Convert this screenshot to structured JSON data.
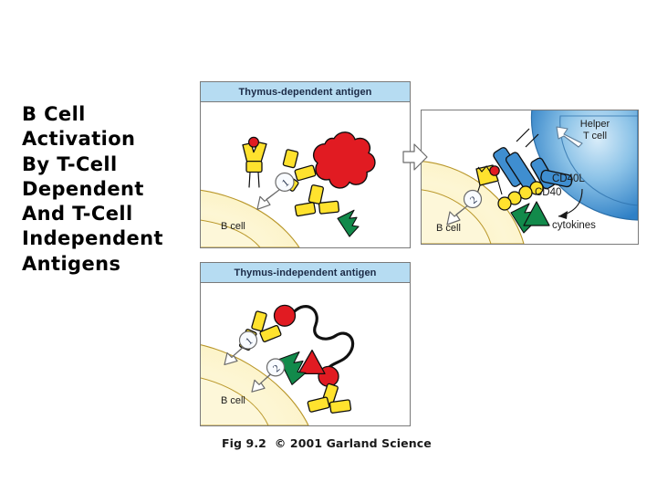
{
  "slide": {
    "title": "B Cell\nActivation\nBy T-Cell\nDependent\nAnd T-Cell\nIndependent\nAntigens",
    "background_color": "#ffffff"
  },
  "figure": {
    "caption": "Fig 9.2  © 2001 Garland Science",
    "panels": {
      "thymus_dependent": {
        "header": "Thymus-dependent antigen",
        "header_color": "#b6dcf2",
        "labels": {
          "b_cell": "B cell",
          "signal_one": "1"
        },
        "elements": {
          "b_cell_membrane_color": "#fcf3c4",
          "b_cell_cytoplasm_color": "#fdf7d8",
          "antigen_color": "#e11b22",
          "receptor_color": "#ffe22e",
          "green_arrow_color": "#128a4b"
        }
      },
      "thymus_independent": {
        "header": "Thymus-independent antigen",
        "header_color": "#b6dcf2",
        "labels": {
          "b_cell": "B cell",
          "signal_one": "1",
          "signal_two": "2"
        },
        "elements": {
          "antigen_color": "#e11b22",
          "receptor_color": "#ffe22e",
          "green_arrow_color": "#128a4b",
          "polysaccharide_color": "#111111"
        }
      },
      "helper_t_interaction": {
        "labels": {
          "helper_t_cell": "Helper\nT cell",
          "b_cell": "B cell",
          "cd40l": "CD40L",
          "cd40": "CD40",
          "cytokines": "cytokines",
          "signal_two": "2"
        },
        "elements": {
          "t_cell_color": "#3f8ed0",
          "t_cell_light_color": "#bcdcf2",
          "b_cell_color": "#fcf3c4",
          "mhc_color": "#ffe22e",
          "peptide_color": "#e11b22",
          "green_arrow_color": "#128a4b"
        }
      }
    }
  }
}
